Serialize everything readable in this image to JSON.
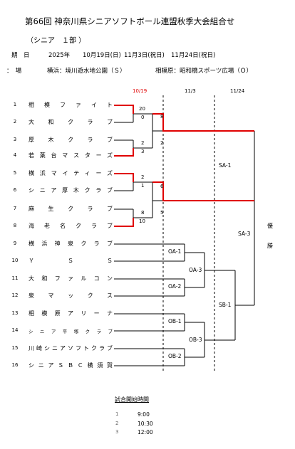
{
  "header": {
    "title": "第66回 神奈川県シニアソフトボール連盟秋季大会組合せ",
    "division": "（シニア　１部 ）",
    "dates_label": "期　日",
    "year": "2025年",
    "date1": "10月19日(日)",
    "date2": "11月3日(祝日)",
    "date3": "11月24日(祝日)",
    "venue_label": "：　場",
    "venue_yokohama": "横浜：境川遊水地公園（Ｓ）",
    "venue_sagamihara": "相模原：昭和橋スポーツ広場（Ｏ）"
  },
  "columns": [
    "10/19",
    "11/3",
    "11/24"
  ],
  "teams": [
    {
      "no": "1",
      "name": "相模ファイト"
    },
    {
      "no": "2",
      "name": "大和クラブ"
    },
    {
      "no": "3",
      "name": "厚木クラブ"
    },
    {
      "no": "4",
      "name": "若葉台マスターズ"
    },
    {
      "no": "5",
      "name": "横浜マイティーズ"
    },
    {
      "no": "6",
      "name": "シニア厚木クラブ"
    },
    {
      "no": "7",
      "name": "麻生クラブ"
    },
    {
      "no": "8",
      "name": "海老名クラブ"
    },
    {
      "no": "9",
      "name": "横浜神泉クラブ"
    },
    {
      "no": "10",
      "name": "ＹＳＳ"
    },
    {
      "no": "11",
      "name": "大和ファルコン"
    },
    {
      "no": "12",
      "name": "泉マックス"
    },
    {
      "no": "13",
      "name": "相模原アリーナ"
    },
    {
      "no": "14",
      "name": "シニア平塚クラブ"
    },
    {
      "no": "15",
      "name": "川崎シニアソフトクラブ"
    },
    {
      "no": "16",
      "name": "シニアＳＢＣ横須賀"
    }
  ],
  "scores": {
    "m1": [
      "20",
      "0"
    ],
    "m2": [
      "2",
      "3"
    ],
    "m3": [
      "2",
      "1"
    ],
    "m4": [
      "8",
      "10"
    ],
    "r2a": [
      "8",
      "2"
    ],
    "r2b": [
      "6",
      "5"
    ]
  },
  "nodes": {
    "oa1": "OA-1",
    "oa2": "OA-2",
    "oa3": "OA-3",
    "ob1": "OB-1",
    "ob2": "OB-2",
    "ob3": "OB-3",
    "sa1": "SA-1",
    "sb1": "SB-1",
    "sa3": "SA-3"
  },
  "champion": [
    "優",
    "勝"
  ],
  "schedule": {
    "title": "試合開始時間",
    "items": [
      {
        "no": "1",
        "time": "9:00"
      },
      {
        "no": "2",
        "time": "10:30"
      },
      {
        "no": "3",
        "time": "12:00"
      }
    ]
  },
  "colors": {
    "winner_line": "#e00000",
    "line": "#000000"
  }
}
